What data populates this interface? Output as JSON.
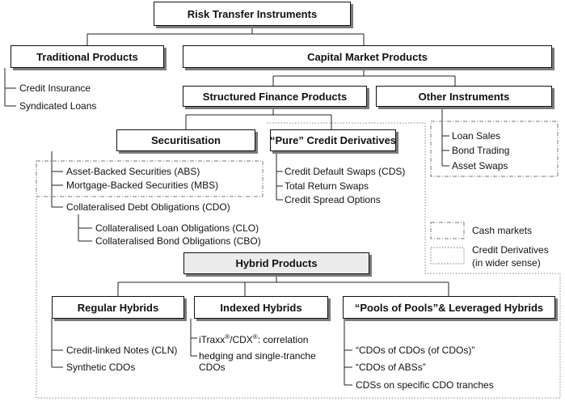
{
  "nodes": {
    "root": "Risk Transfer Instruments",
    "traditional": "Traditional Products",
    "capital_market": "Capital Market Products",
    "structured_finance": "Structured Finance Products",
    "other_instruments": "Other Instruments",
    "securitisation": "Securitisation",
    "pure_credit_derivatives": "“Pure” Credit Derivatives",
    "hybrid_products": "Hybrid Products",
    "regular_hybrids": "Regular Hybrids",
    "indexed_hybrids": "Indexed Hybrids",
    "pools_of_pools": "“Pools of Pools”& Leveraged Hybrids"
  },
  "traditional_items": [
    "Credit Insurance",
    "Syndicated Loans"
  ],
  "other_items": [
    "Loan Sales",
    "Bond Trading",
    "Asset Swaps"
  ],
  "securitisation_items": [
    "Asset-Backed Securities (ABS)",
    "Mortgage-Backed Securities (MBS)",
    "Collateralised Debt Obligations (CDO)"
  ],
  "cdo_items": [
    "Collateralised Loan Obligations (CLO)",
    "Collateralised Bond Obligations (CBO)"
  ],
  "pure_cd_items": [
    "Credit Default Swaps (CDS)",
    "Total Return Swaps",
    "Credit Spread Options"
  ],
  "regular_hybrid_items": [
    "Credit-linked Notes (CLN)",
    "Synthetic CDOs"
  ],
  "indexed_hybrid_items": {
    "itraxx_prefix": "iTraxx",
    "cdx": "/CDX",
    "reg_mark": "®",
    "correlation": ": correlation",
    "rest": "hedging and single-tranche CDOs"
  },
  "pools_items": [
    "“CDOs of CDOs (of CDOs)”",
    "“CDOs of ABSs”",
    "CDSs on specific CDO tranches"
  ],
  "legend": {
    "cash_markets": "Cash markets",
    "credit_derivatives_line1": "Credit Derivatives",
    "credit_derivatives_line2": "(in wider sense)"
  }
}
